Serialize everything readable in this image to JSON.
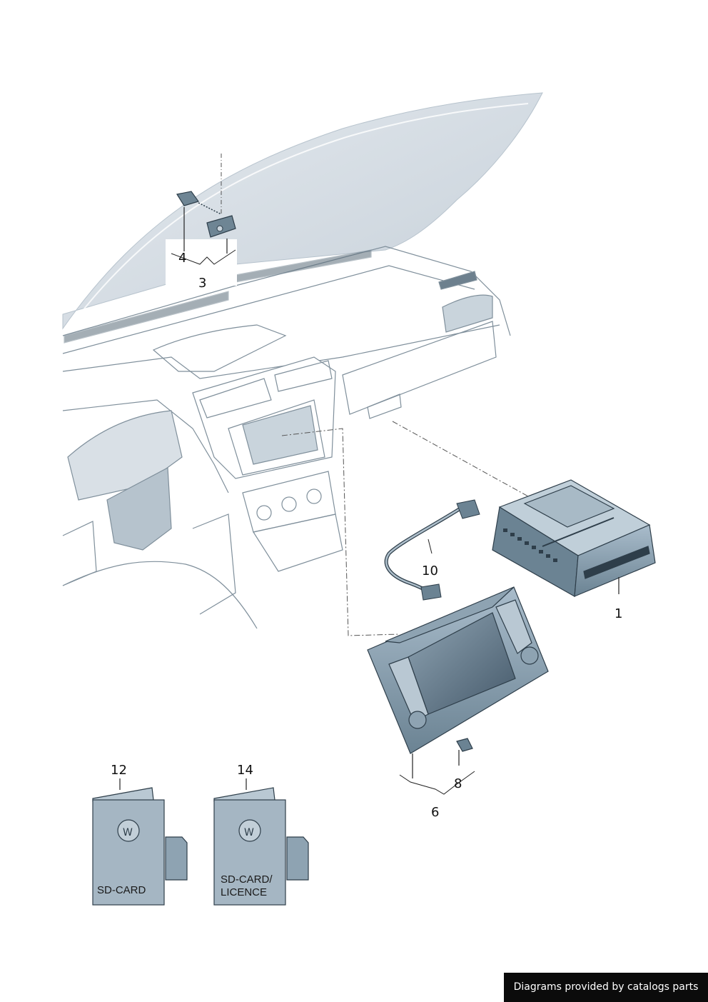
{
  "callouts": {
    "c1": "1",
    "c3": "3",
    "c4": "4",
    "c6": "6",
    "c8": "8",
    "c10": "10",
    "c12": "12",
    "c14": "14"
  },
  "cards": {
    "sd_card_label": "SD-CARD",
    "licence_line1": "SD-CARD/",
    "licence_line2": "LICENCE"
  },
  "credit": "Diagrams provided by catalogs parts",
  "colors": {
    "glass": "#d3dce4",
    "part_dark": "#5f7787",
    "part_light": "#9fb3c2",
    "outline": "#2e3e4a",
    "card": "#a5b6c3"
  },
  "icons": {
    "card_logo": "vw-logo-icon"
  }
}
